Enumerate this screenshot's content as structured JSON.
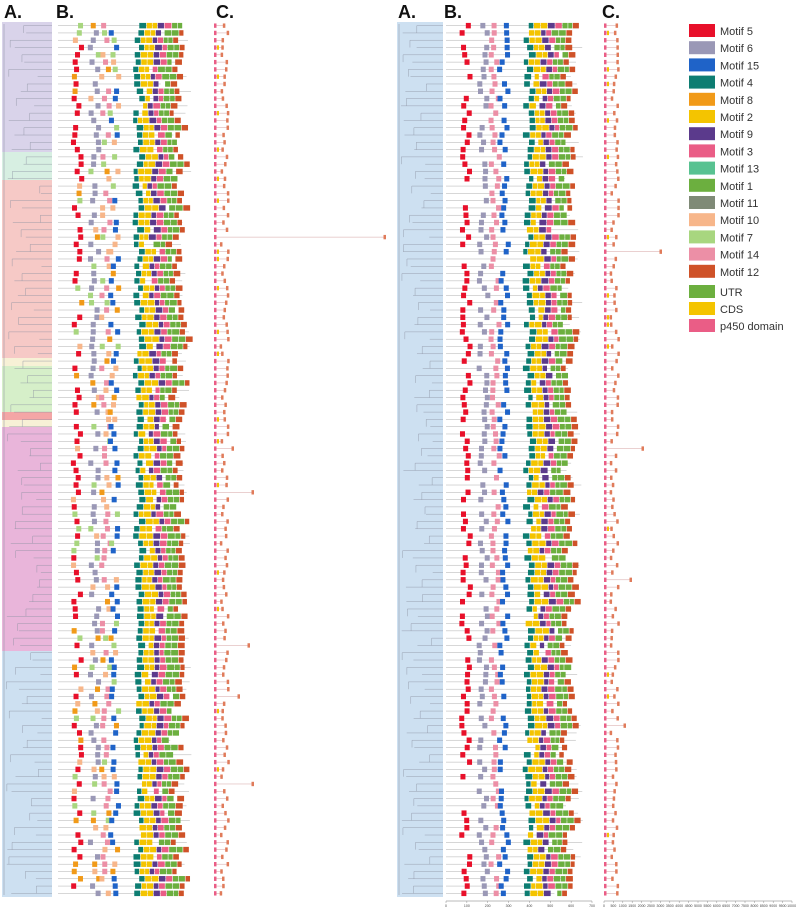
{
  "panel_labels": {
    "left": [
      "A.",
      "B.",
      "C."
    ],
    "right": [
      "A.",
      "B.",
      "C."
    ]
  },
  "motifs": [
    {
      "name": "Motif 5",
      "color": "#e8102a"
    },
    {
      "name": "Motif 6",
      "color": "#9a98b6"
    },
    {
      "name": "Motif 15",
      "color": "#1f63c8"
    },
    {
      "name": "Motif 4",
      "color": "#0d7d72"
    },
    {
      "name": "Motif 8",
      "color": "#f19a18"
    },
    {
      "name": "Motif 2",
      "color": "#f4c400"
    },
    {
      "name": "Motif 9",
      "color": "#5b3a8c"
    },
    {
      "name": "Motif 3",
      "color": "#ea5d86"
    },
    {
      "name": "Motif 13",
      "color": "#58c291"
    },
    {
      "name": "Motif 1",
      "color": "#6caf3f"
    },
    {
      "name": "Motif 11",
      "color": "#7f8a77"
    },
    {
      "name": "Motif 10",
      "color": "#f7b68a"
    },
    {
      "name": "Motif 7",
      "color": "#a8d67f"
    },
    {
      "name": "Motif 14",
      "color": "#ec8fa6"
    },
    {
      "name": "Motif 12",
      "color": "#cf5228"
    }
  ],
  "gene_structure_legend": [
    {
      "name": "UTR",
      "color": "#6caf3f"
    },
    {
      "name": "CDS",
      "color": "#f4c400"
    },
    {
      "name": "p450 domain",
      "color": "#ea5d86"
    }
  ],
  "clade_colors": [
    "#d9d3ea",
    "#d7efe2",
    "#f6c9c6",
    "#f7f1d6",
    "#d6efc9",
    "#f4a6a6",
    "#e9b5da",
    "#cde0f1"
  ],
  "axis_ticks": {
    "motif_axis": [
      "0",
      "100",
      "200",
      "300",
      "400",
      "500",
      "600",
      "700"
    ],
    "gene_axis": [
      "0",
      "500",
      "1000",
      "1500",
      "2000",
      "2500",
      "3000",
      "3500",
      "4000",
      "4500",
      "5000",
      "5500",
      "6000",
      "6500",
      "7000",
      "7500",
      "8000",
      "8500",
      "9000",
      "9500",
      "10000"
    ]
  }
}
